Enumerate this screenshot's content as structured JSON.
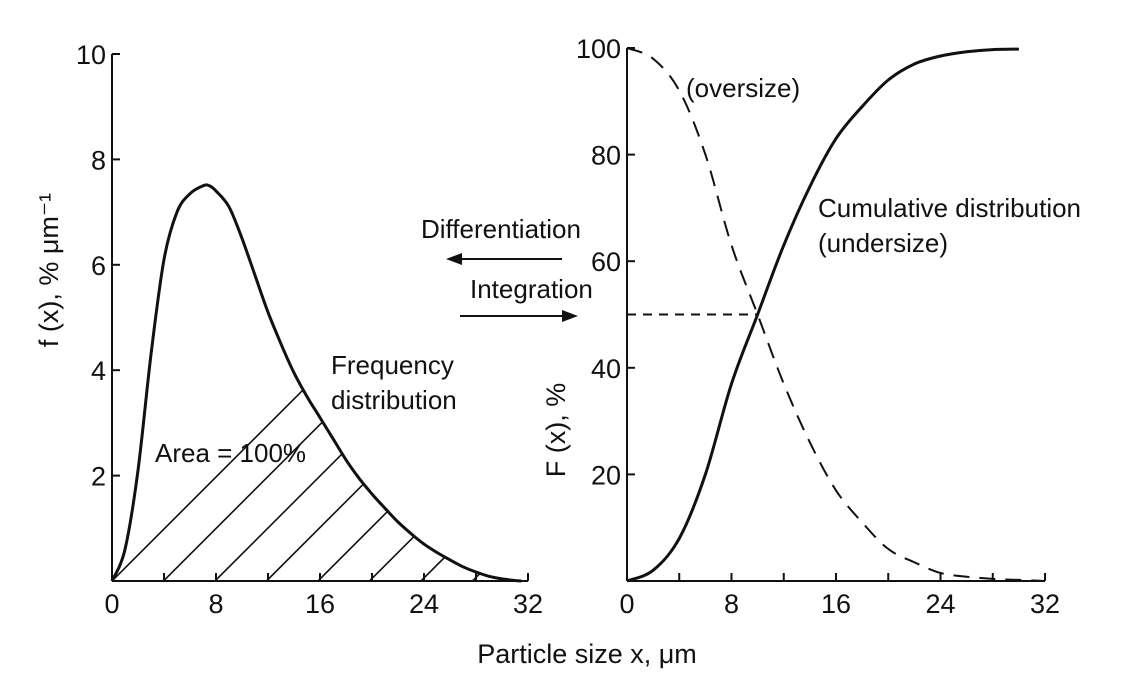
{
  "xlabel": "Particle size x, μm",
  "middle": {
    "differentiation_label": "Differentiation",
    "integration_label": "Integration"
  },
  "chart_data": [
    {
      "type": "area",
      "title": "",
      "ylabel": "f (x), % μm⁻¹",
      "xlim": [
        0,
        32
      ],
      "ylim": [
        0,
        10
      ],
      "x_ticks": [
        "0",
        "8",
        "16",
        "24",
        "32"
      ],
      "y_ticks": [
        "2",
        "4",
        "6",
        "8",
        "10"
      ],
      "grid": false,
      "series": [
        {
          "x": [
            0,
            1,
            2,
            3,
            4,
            5,
            6,
            7,
            7.5,
            8,
            9,
            10,
            11,
            12,
            13,
            14,
            15,
            16,
            17,
            18,
            19,
            20,
            21,
            22,
            23,
            24,
            25,
            26,
            27,
            28,
            29,
            30,
            31,
            31.5
          ],
          "y": [
            0,
            0.6,
            2.1,
            4.3,
            6.1,
            7.0,
            7.35,
            7.5,
            7.5,
            7.4,
            7.1,
            6.5,
            5.8,
            5.1,
            4.5,
            3.95,
            3.5,
            3.1,
            2.7,
            2.3,
            1.95,
            1.65,
            1.38,
            1.12,
            0.9,
            0.7,
            0.54,
            0.4,
            0.27,
            0.17,
            0.09,
            0.04,
            0.01,
            0
          ]
        }
      ],
      "annotations": {
        "curve_label_line1": "Frequency",
        "curve_label_line2": "distribution",
        "area_label": "Area = 100%"
      }
    },
    {
      "type": "line",
      "title": "",
      "ylabel": "F (x), %",
      "xlim": [
        0,
        32
      ],
      "ylim": [
        0,
        100
      ],
      "x_ticks": [
        "0",
        "8",
        "16",
        "24",
        "32"
      ],
      "y_ticks": [
        "20",
        "40",
        "60",
        "80",
        "100"
      ],
      "grid": false,
      "series": [
        {
          "name": "Cumulative distribution (undersize)",
          "style": "solid",
          "x": [
            0,
            2,
            4,
            6,
            8,
            10,
            12,
            14,
            16,
            18,
            20,
            22,
            24,
            26,
            28,
            30
          ],
          "y": [
            0,
            2,
            8,
            20,
            37,
            50,
            63,
            74,
            83,
            89,
            94,
            97,
            98.5,
            99.3,
            99.7,
            99.8
          ]
        },
        {
          "name": "(oversize)",
          "style": "dashed",
          "x": [
            0,
            2,
            4,
            6,
            8,
            10,
            12,
            14,
            16,
            18,
            20,
            22,
            24,
            26,
            28,
            30,
            32
          ],
          "y": [
            100,
            98,
            92,
            80,
            63,
            50,
            37,
            26,
            17,
            11,
            6,
            3.5,
            1.5,
            0.8,
            0.4,
            0.2,
            0
          ]
        }
      ],
      "median_line": {
        "x": 10,
        "y": 50
      },
      "annotations": {
        "cumulative_label_line1": "Cumulative distribution",
        "cumulative_label_line2": "(undersize)",
        "oversize_label": "(oversize)"
      }
    }
  ]
}
